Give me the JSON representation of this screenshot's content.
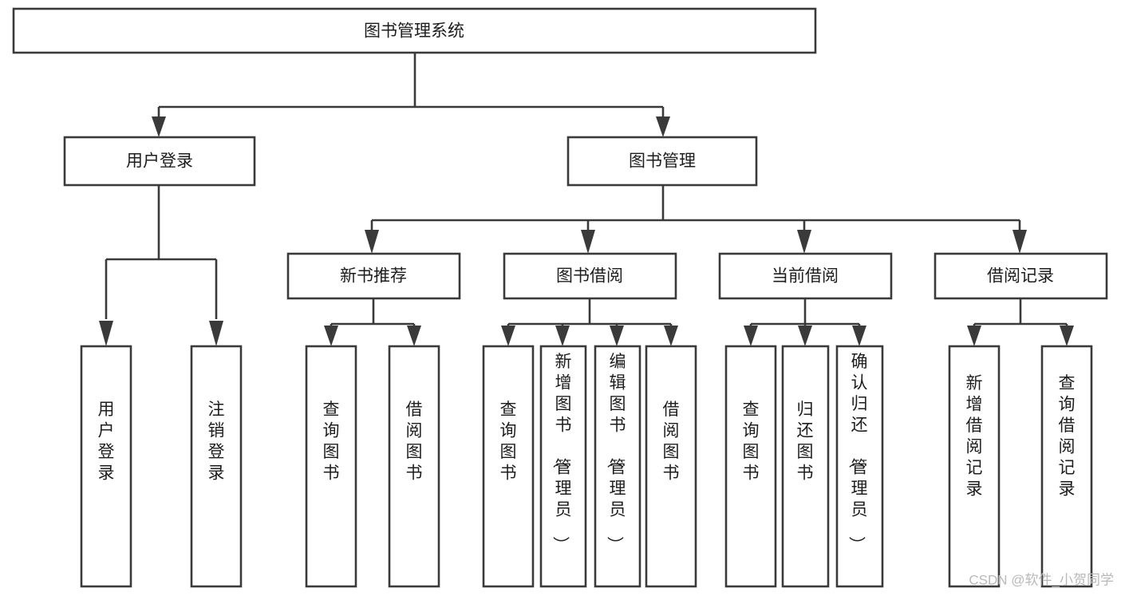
{
  "diagram": {
    "title": "图书管理系统",
    "type": "tree-hierarchy-chart",
    "watermark": "CSDN @软件_小贺同学",
    "colors": {
      "stroke": "#3a3a3a",
      "fill": "#ffffff",
      "text": "#1d1d1d",
      "watermark": "#b9b9b9",
      "background": "#ffffff"
    },
    "root": {
      "label": "图书管理系统",
      "orientation": "horizontal"
    },
    "level2": [
      {
        "id": "user-login",
        "label": "用户登录",
        "orientation": "horizontal"
      },
      {
        "id": "book-management",
        "label": "图书管理",
        "orientation": "horizontal"
      }
    ],
    "level3": [
      {
        "id": "new-book-recommend",
        "label": "新书推荐",
        "orientation": "horizontal",
        "parent": "book-management"
      },
      {
        "id": "book-borrow",
        "label": "图书借阅",
        "orientation": "horizontal",
        "parent": "book-management"
      },
      {
        "id": "current-borrow",
        "label": "当前借阅",
        "orientation": "horizontal",
        "parent": "book-management"
      },
      {
        "id": "borrow-record",
        "label": "借阅记录",
        "orientation": "horizontal",
        "parent": "book-management"
      }
    ],
    "leaves": [
      {
        "id": "leaf-user-login",
        "label": "用户登录",
        "parent": "user-login",
        "orientation": "vertical"
      },
      {
        "id": "leaf-logout-login",
        "label": "注销登录",
        "parent": "user-login",
        "orientation": "vertical"
      },
      {
        "id": "leaf-query-book-1",
        "label": "查询图书",
        "parent": "new-book-recommend",
        "orientation": "vertical"
      },
      {
        "id": "leaf-borrow-book-1",
        "label": "借阅图书",
        "parent": "new-book-recommend",
        "orientation": "vertical"
      },
      {
        "id": "leaf-query-book-2",
        "label": "查询图书",
        "parent": "book-borrow",
        "orientation": "vertical"
      },
      {
        "id": "leaf-add-book",
        "label": "新增图书（管理员）",
        "parent": "book-borrow",
        "orientation": "vertical"
      },
      {
        "id": "leaf-edit-book",
        "label": "编辑图书（管理员）",
        "parent": "book-borrow",
        "orientation": "vertical"
      },
      {
        "id": "leaf-borrow-book-2",
        "label": "借阅图书",
        "parent": "book-borrow",
        "orientation": "vertical"
      },
      {
        "id": "leaf-query-book-3",
        "label": "查询图书",
        "parent": "current-borrow",
        "orientation": "vertical"
      },
      {
        "id": "leaf-return-book",
        "label": "归还图书",
        "parent": "current-borrow",
        "orientation": "vertical"
      },
      {
        "id": "leaf-confirm-return",
        "label": "确认归还（管理员）",
        "parent": "current-borrow",
        "orientation": "vertical"
      },
      {
        "id": "leaf-add-record",
        "label": "新增借阅记录",
        "parent": "borrow-record",
        "orientation": "vertical"
      },
      {
        "id": "leaf-query-record",
        "label": "查询借阅记录",
        "parent": "borrow-record",
        "orientation": "vertical"
      }
    ]
  }
}
